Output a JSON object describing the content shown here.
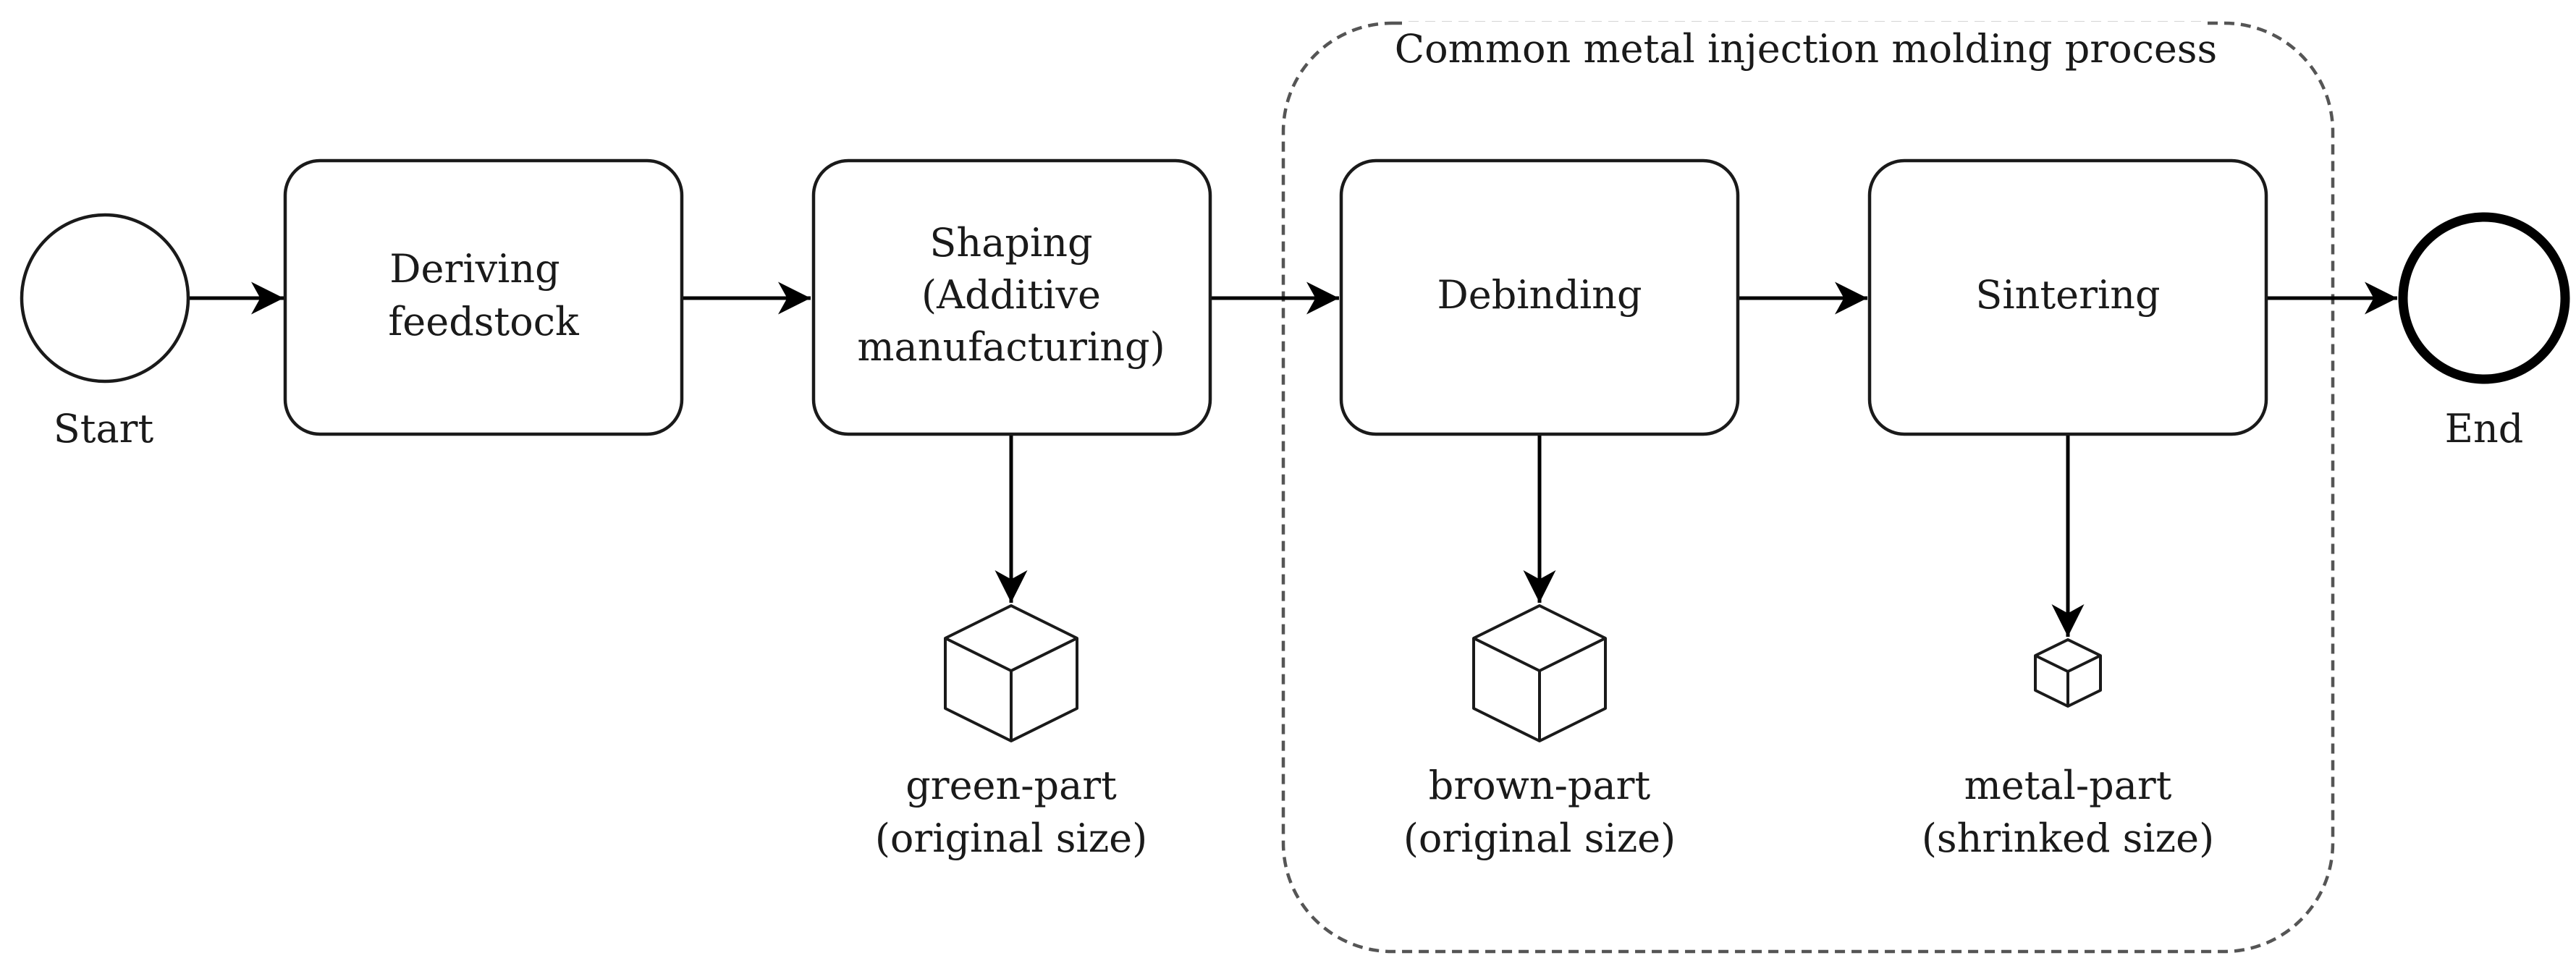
{
  "group": {
    "title": "Common metal injection molding process"
  },
  "events": {
    "start": "Start",
    "end": "End"
  },
  "tasks": {
    "deriving": [
      "Deriving",
      "feedstock"
    ],
    "shaping": [
      "Shaping",
      "(Additive",
      "manufacturing)"
    ],
    "debinding": [
      "Debinding"
    ],
    "sintering": [
      "Sintering"
    ]
  },
  "artifacts": {
    "green_part": [
      "green-part",
      "(original size)"
    ],
    "brown_part": [
      "brown-part",
      "(original size)"
    ],
    "metal_part": [
      "metal-part",
      "(shrinked size)"
    ]
  }
}
